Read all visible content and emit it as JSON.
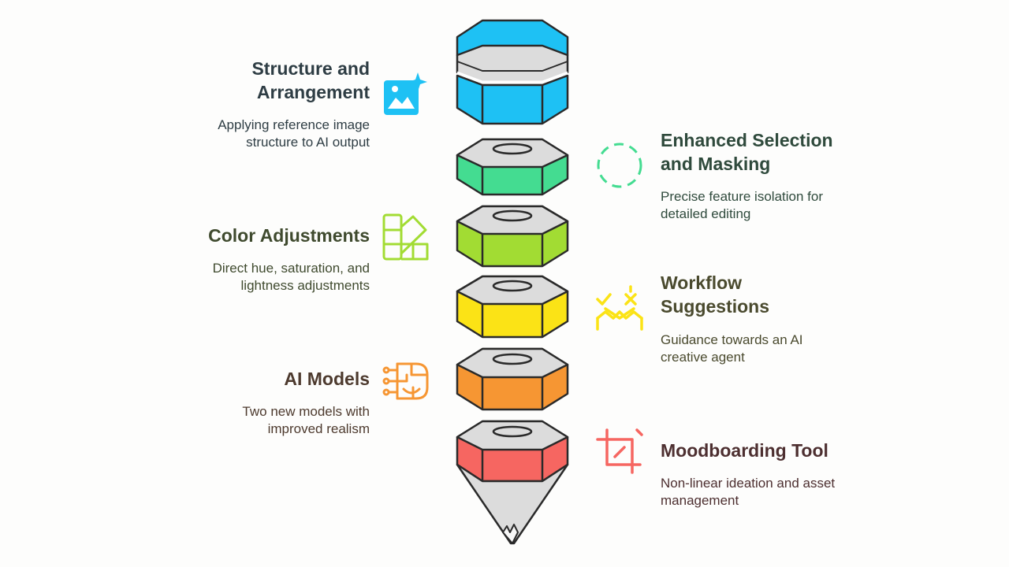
{
  "items": [
    {
      "title_line1": "Structure and",
      "title_line2": "Arrangement",
      "desc_line1": "Applying reference image",
      "desc_line2": "structure to AI output",
      "color": "#1ec1f4",
      "text_color": "#2e3d44",
      "icon": "image-sparkle-icon"
    },
    {
      "title_line1": "Enhanced Selection",
      "title_line2": "and Masking",
      "desc_line1": "Precise feature isolation for",
      "desc_line2": "detailed editing",
      "color": "#44dc91",
      "text_color": "#2f4a3c",
      "icon": "dashed-circle-icon"
    },
    {
      "title_line1": "Color Adjustments",
      "desc_line1": "Direct hue, saturation, and",
      "desc_line2": "lightness adjustments",
      "color": "#a2dc33",
      "text_color": "#3f4a2e",
      "icon": "color-swatch-icon"
    },
    {
      "title_line1": "Workflow",
      "title_line2": "Suggestions",
      "desc_line1": "Guidance towards an AI",
      "desc_line2": "creative agent",
      "color": "#fbe316",
      "text_color": "#4a4a2e",
      "icon": "workflow-icon"
    },
    {
      "title_line1": "AI Models",
      "desc_line1": "Two new models with",
      "desc_line2": "improved realism",
      "color": "#f69633",
      "text_color": "#4d3a2e",
      "icon": "ai-brain-icon"
    },
    {
      "title_line1": "Moodboarding Tool",
      "desc_line1": "Non-linear ideation and asset",
      "desc_line2": "management",
      "color": "#f66661",
      "text_color": "#4d2f30",
      "icon": "crop-icon"
    }
  ]
}
